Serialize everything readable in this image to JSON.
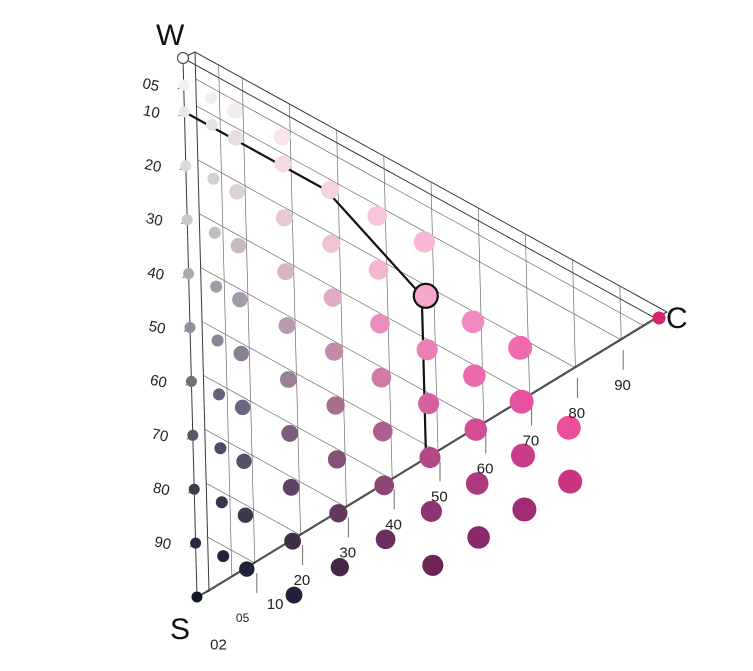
{
  "corners": {
    "white": "W",
    "chromatic": "C",
    "black": "S"
  },
  "blackness_scale": [
    "05",
    "10",
    "20",
    "30",
    "40",
    "50",
    "60",
    "70",
    "80",
    "90"
  ],
  "chromaticness_scale": [
    "02",
    "05",
    "10",
    "20",
    "30",
    "40",
    "50",
    "60",
    "70",
    "80",
    "90"
  ],
  "colors": {
    "white": "#ffffff",
    "black": "#111827",
    "chroma": "#d6246f",
    "selected_sample": "#f4a8cc"
  },
  "chart_data": {
    "type": "scatter",
    "title": "",
    "samples": [
      {
        "s": 0,
        "c": 0,
        "color": "#ffffff"
      },
      {
        "s": 5,
        "c": 0,
        "color": "#f1f1f1"
      },
      {
        "s": 10,
        "c": 0,
        "color": "#e9e9e9"
      },
      {
        "s": 20,
        "c": 0,
        "color": "#d9d9d9"
      },
      {
        "s": 30,
        "c": 0,
        "color": "#c9c9cb"
      },
      {
        "s": 40,
        "c": 0,
        "color": "#a9a9b1"
      },
      {
        "s": 50,
        "c": 0,
        "color": "#8f8f9c"
      },
      {
        "s": 60,
        "c": 0,
        "color": "#70707f"
      },
      {
        "s": 70,
        "c": 0,
        "color": "#575768"
      },
      {
        "s": 80,
        "c": 0,
        "color": "#3e3e52"
      },
      {
        "s": 90,
        "c": 0,
        "color": "#272a3c"
      },
      {
        "s": 100,
        "c": 0,
        "color": "#111827"
      },
      {
        "s": 5,
        "c": 5,
        "color": "#eeeeee"
      },
      {
        "s": 10,
        "c": 5,
        "color": "#e4e4e4"
      },
      {
        "s": 20,
        "c": 5,
        "color": "#d0d0d0"
      },
      {
        "s": 30,
        "c": 5,
        "color": "#bfbfc2"
      },
      {
        "s": 40,
        "c": 5,
        "color": "#9c9ca6"
      },
      {
        "s": 50,
        "c": 5,
        "color": "#858594"
      },
      {
        "s": 60,
        "c": 5,
        "color": "#646478"
      },
      {
        "s": 70,
        "c": 5,
        "color": "#4c4c62"
      },
      {
        "s": 80,
        "c": 5,
        "color": "#363650"
      },
      {
        "s": 90,
        "c": 5,
        "color": "#22253a"
      },
      {
        "s": 5,
        "c": 10,
        "color": "#f2eaed"
      },
      {
        "s": 10,
        "c": 10,
        "color": "#e8dde2"
      },
      {
        "s": 20,
        "c": 10,
        "color": "#dcd1d5"
      },
      {
        "s": 30,
        "c": 10,
        "color": "#c8b9c0"
      },
      {
        "s": 40,
        "c": 10,
        "color": "#a59ba8"
      },
      {
        "s": 50,
        "c": 10,
        "color": "#8a7f92"
      },
      {
        "s": 60,
        "c": 10,
        "color": "#6c6580"
      },
      {
        "s": 70,
        "c": 10,
        "color": "#585067"
      },
      {
        "s": 80,
        "c": 10,
        "color": "#3b3850"
      },
      {
        "s": 90,
        "c": 10,
        "color": "#1f2336"
      },
      {
        "s": 5,
        "c": 20,
        "color": "#f7e4ec"
      },
      {
        "s": 10,
        "c": 20,
        "color": "#f2dbe5"
      },
      {
        "s": 20,
        "c": 20,
        "color": "#e8c8d6"
      },
      {
        "s": 30,
        "c": 20,
        "color": "#d9b4c6"
      },
      {
        "s": 40,
        "c": 20,
        "color": "#b99aae"
      },
      {
        "s": 50,
        "c": 20,
        "color": "#9c7f9a"
      },
      {
        "s": 60,
        "c": 20,
        "color": "#7a5f7c"
      },
      {
        "s": 70,
        "c": 20,
        "color": "#5c4462"
      },
      {
        "s": 80,
        "c": 20,
        "color": "#3e2d48"
      },
      {
        "s": 90,
        "c": 20,
        "color": "#22203a"
      },
      {
        "s": 10,
        "c": 30,
        "color": "#f6d2e1"
      },
      {
        "s": 20,
        "c": 30,
        "color": "#efc3d6"
      },
      {
        "s": 30,
        "c": 30,
        "color": "#e2a9c4"
      },
      {
        "s": 40,
        "c": 30,
        "color": "#c58aa9"
      },
      {
        "s": 50,
        "c": 30,
        "color": "#a66e91"
      },
      {
        "s": 60,
        "c": 30,
        "color": "#835278"
      },
      {
        "s": 70,
        "c": 30,
        "color": "#643960"
      },
      {
        "s": 80,
        "c": 30,
        "color": "#442846"
      },
      {
        "s": 10,
        "c": 40,
        "color": "#f7c6dc"
      },
      {
        "s": 20,
        "c": 40,
        "color": "#f4b5d1"
      },
      {
        "s": 30,
        "c": 40,
        "color": "#e98fbb"
      },
      {
        "s": 40,
        "c": 40,
        "color": "#d07aa5"
      },
      {
        "s": 50,
        "c": 40,
        "color": "#ad5f8c"
      },
      {
        "s": 60,
        "c": 40,
        "color": "#8c4777"
      },
      {
        "s": 70,
        "c": 40,
        "color": "#6a2f5c"
      },
      {
        "s": 10,
        "c": 50,
        "color": "#f8b8d5"
      },
      {
        "s": 20,
        "c": 50,
        "color": "#f4a8cc"
      },
      {
        "s": 30,
        "c": 50,
        "color": "#eb7eb4"
      },
      {
        "s": 40,
        "c": 50,
        "color": "#d5609d"
      },
      {
        "s": 50,
        "c": 50,
        "color": "#b24986"
      },
      {
        "s": 60,
        "c": 50,
        "color": "#8f3470"
      },
      {
        "s": 70,
        "c": 50,
        "color": "#6f2456"
      },
      {
        "s": 20,
        "c": 60,
        "color": "#f18ac0"
      },
      {
        "s": 30,
        "c": 60,
        "color": "#ea6aac"
      },
      {
        "s": 40,
        "c": 60,
        "color": "#d34d95"
      },
      {
        "s": 50,
        "c": 60,
        "color": "#ad3a7f"
      },
      {
        "s": 60,
        "c": 60,
        "color": "#88296a"
      },
      {
        "s": 20,
        "c": 70,
        "color": "#f06aad"
      },
      {
        "s": 30,
        "c": 70,
        "color": "#e6529f"
      },
      {
        "s": 40,
        "c": 70,
        "color": "#ca3d8a"
      },
      {
        "s": 50,
        "c": 70,
        "color": "#a12c75"
      },
      {
        "s": 30,
        "c": 80,
        "color": "#ee4e99"
      },
      {
        "s": 40,
        "c": 80,
        "color": "#c8347f"
      },
      {
        "s": 0,
        "c": 100,
        "color": "#d6246f"
      }
    ],
    "selected": {
      "s": 20,
      "c": 50
    },
    "path": [
      {
        "s": 10,
        "c": 0
      },
      {
        "s": 10,
        "c": 30
      },
      {
        "s": 20,
        "c": 50
      },
      {
        "s": 50,
        "c": 50
      }
    ]
  }
}
